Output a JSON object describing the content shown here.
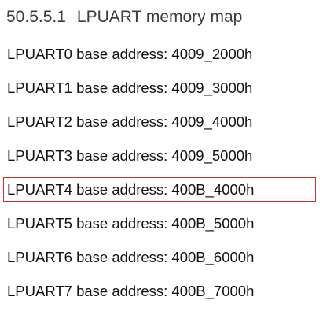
{
  "section": {
    "number": "50.5.5.1",
    "title": "LPUART memory map"
  },
  "entries": [
    {
      "label": "LPUART0 base address: 4009_2000h",
      "highlighted": false
    },
    {
      "label": "LPUART1 base address: 4009_3000h",
      "highlighted": false
    },
    {
      "label": "LPUART2 base address: 4009_4000h",
      "highlighted": false
    },
    {
      "label": "LPUART3 base address: 4009_5000h",
      "highlighted": false
    },
    {
      "label": "LPUART4 base address: 400B_4000h",
      "highlighted": true
    },
    {
      "label": "LPUART5 base address: 400B_5000h",
      "highlighted": false
    },
    {
      "label": "LPUART6 base address: 400B_6000h",
      "highlighted": false
    },
    {
      "label": "LPUART7 base address: 400B_7000h",
      "highlighted": false
    }
  ],
  "colors": {
    "highlight_border": "#d0312d",
    "text": "#111111",
    "heading": "#3c3c3c"
  }
}
